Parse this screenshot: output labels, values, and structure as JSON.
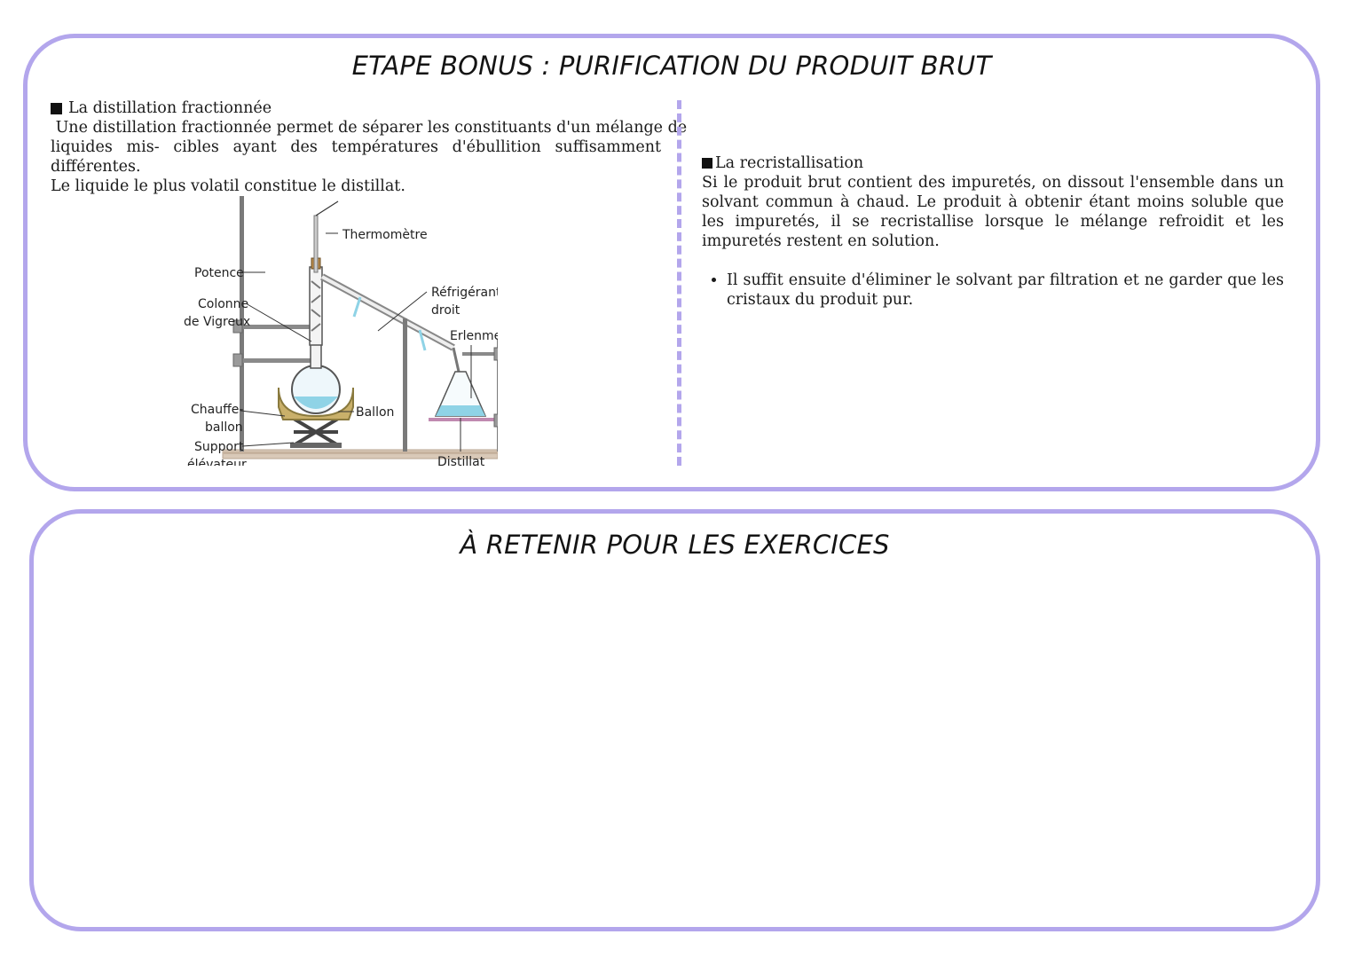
{
  "top": {
    "title": "ETAPE BONUS :  PURIFICATION DU PRODUIT BRUT",
    "distillation": {
      "heading": "La distillation fractionnée",
      "lines": [
        " Une distillation fractionnée permet de séparer les constituants d'un mélange de",
        "liquides mis- cibles ayant des températures d'ébullition suffisamment différentes.",
        "Le liquide le plus volatil constitue le distillat."
      ],
      "diagram_labels": {
        "thermometre": "Thermomètre",
        "potence": "Potence",
        "colonne_1": "Colonne",
        "colonne_2": "de Vigreux",
        "refrigerant_1": "Réfrigérant",
        "refrigerant_2": "droit",
        "erlenmeyer": "Erlenmeyer",
        "chauffe_1": "Chauffe-",
        "chauffe_2": "ballon",
        "ballon": "Ballon",
        "support_1": "Support",
        "support_2": "élévateur",
        "distillat": "Distillat"
      }
    },
    "recrist": {
      "heading": "La recristallisation",
      "paragraph": "Si le produit brut contient des impuretés, on dissout l'ensemble dans un solvant commun à chaud. Le produit à obtenir étant moins soluble que les impuretés, il se recristallise lorsque le mélange refroidit et les impuretés restent en solution.",
      "bullet": "Il suffit ensuite d'éliminer le solvant par filtration et ne garder que les cristaux du produit pur."
    }
  },
  "bottom": {
    "title": "À RETENIR POUR LES EXERCICES"
  },
  "colors": {
    "border": "#b3a6ec",
    "liquid": "#8fd3e6",
    "heater": "#c9b06a"
  }
}
